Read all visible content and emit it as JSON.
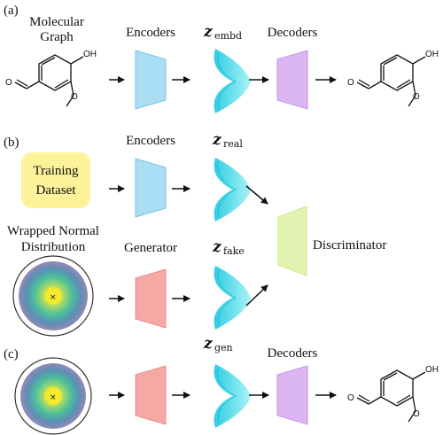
{
  "sections": {
    "a": "(a)",
    "b": "(b)",
    "c": "(c)"
  },
  "labels": {
    "molecular_graph_line1": "Molecular",
    "molecular_graph_line2": "Graph",
    "encoders_a": "Encoders",
    "decoders_a": "Decoders",
    "encoders_b": "Encoders",
    "generator": "Generator",
    "discriminator": "Discriminator",
    "training_dataset_line1": "Training",
    "training_dataset_line2": "Dataset",
    "wrapped_normal_line1": "Wrapped Normal",
    "wrapped_normal_line2": "Distribution",
    "decoders_c": "Decoders"
  },
  "latents": {
    "z_symbol": "z",
    "embd": "embd",
    "real": "real",
    "fake": "fake",
    "gen": "gen"
  },
  "atoms": {
    "oh": "OH",
    "o": "O"
  },
  "colors": {
    "encoder": "#a9def5",
    "decoder": "#dcb6f2",
    "generator": "#f6a9a4",
    "discriminator": "#e3f4b2",
    "dataset": "#fbf29a",
    "latent": "#2bd1e3"
  }
}
